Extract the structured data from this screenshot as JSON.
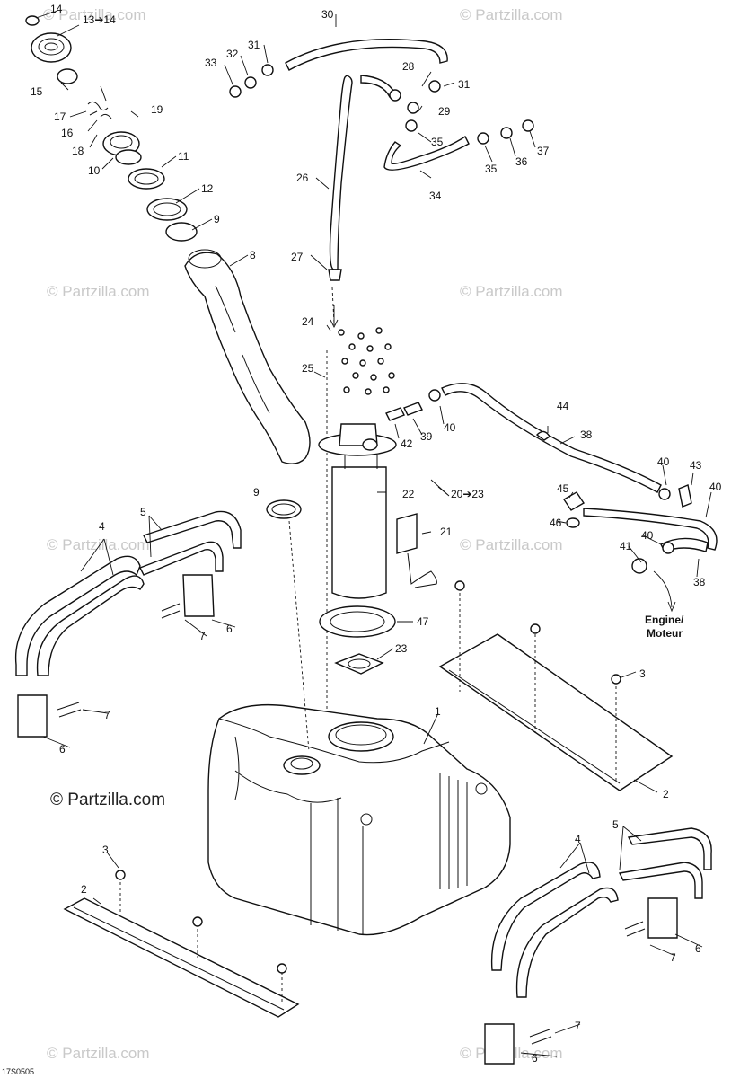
{
  "watermark": {
    "text": "© Partzilla.com",
    "main_text": "© Partzilla.com"
  },
  "figure_code": "17S0505",
  "destination_label": {
    "line1": "Engine/",
    "line2": "Moteur"
  },
  "callouts": [
    {
      "id": "c1",
      "label": "1"
    },
    {
      "id": "c2a",
      "label": "2"
    },
    {
      "id": "c2b",
      "label": "2"
    },
    {
      "id": "c3a",
      "label": "3"
    },
    {
      "id": "c3b",
      "label": "3"
    },
    {
      "id": "c4a",
      "label": "4"
    },
    {
      "id": "c4b",
      "label": "4"
    },
    {
      "id": "c5a",
      "label": "5"
    },
    {
      "id": "c5b",
      "label": "5"
    },
    {
      "id": "c6a",
      "label": "6"
    },
    {
      "id": "c6b",
      "label": "6"
    },
    {
      "id": "c6c",
      "label": "6"
    },
    {
      "id": "c6d",
      "label": "6"
    },
    {
      "id": "c7a",
      "label": "7"
    },
    {
      "id": "c7b",
      "label": "7"
    },
    {
      "id": "c7c",
      "label": "7"
    },
    {
      "id": "c7d",
      "label": "7"
    },
    {
      "id": "c8",
      "label": "8"
    },
    {
      "id": "c9a",
      "label": "9"
    },
    {
      "id": "c9b",
      "label": "9"
    },
    {
      "id": "c10",
      "label": "10"
    },
    {
      "id": "c11",
      "label": "11"
    },
    {
      "id": "c12",
      "label": "12"
    },
    {
      "id": "c13",
      "label": "13➔14"
    },
    {
      "id": "c14",
      "label": "14"
    },
    {
      "id": "c15",
      "label": "15"
    },
    {
      "id": "c16",
      "label": "16"
    },
    {
      "id": "c17",
      "label": "17"
    },
    {
      "id": "c18",
      "label": "18"
    },
    {
      "id": "c19",
      "label": "19"
    },
    {
      "id": "c20",
      "label": "20➔23"
    },
    {
      "id": "c21",
      "label": "21"
    },
    {
      "id": "c22",
      "label": "22"
    },
    {
      "id": "c23",
      "label": "23"
    },
    {
      "id": "c24",
      "label": "24"
    },
    {
      "id": "c25",
      "label": "25"
    },
    {
      "id": "c26",
      "label": "26"
    },
    {
      "id": "c27",
      "label": "27"
    },
    {
      "id": "c28",
      "label": "28"
    },
    {
      "id": "c29",
      "label": "29"
    },
    {
      "id": "c30",
      "label": "30"
    },
    {
      "id": "c31a",
      "label": "31"
    },
    {
      "id": "c31b",
      "label": "31"
    },
    {
      "id": "c32",
      "label": "32"
    },
    {
      "id": "c33",
      "label": "33"
    },
    {
      "id": "c34",
      "label": "34"
    },
    {
      "id": "c35a",
      "label": "35"
    },
    {
      "id": "c35b",
      "label": "35"
    },
    {
      "id": "c36",
      "label": "36"
    },
    {
      "id": "c37",
      "label": "37"
    },
    {
      "id": "c38a",
      "label": "38"
    },
    {
      "id": "c38b",
      "label": "38"
    },
    {
      "id": "c39",
      "label": "39"
    },
    {
      "id": "c40a",
      "label": "40"
    },
    {
      "id": "c40b",
      "label": "40"
    },
    {
      "id": "c40c",
      "label": "40"
    },
    {
      "id": "c40d",
      "label": "40"
    },
    {
      "id": "c41",
      "label": "41"
    },
    {
      "id": "c42",
      "label": "42"
    },
    {
      "id": "c43",
      "label": "43"
    },
    {
      "id": "c44",
      "label": "44"
    },
    {
      "id": "c45",
      "label": "45"
    },
    {
      "id": "c46",
      "label": "46"
    },
    {
      "id": "c47",
      "label": "47"
    }
  ]
}
